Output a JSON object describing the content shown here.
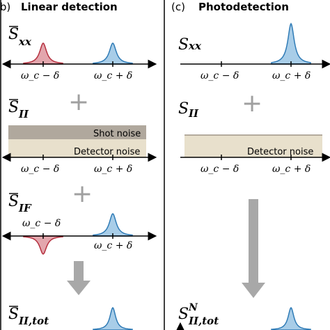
{
  "panel_b": {
    "label": "(b)",
    "title": "Linear detection",
    "rows": {
      "sxx": {
        "sym_main": "S",
        "sym_sub": "xx",
        "tick_left": "ω_c − δ",
        "tick_right": "ω_c + δ"
      },
      "sii": {
        "sym_main": "S",
        "sym_sub": "II",
        "band_top": "Shot noise",
        "band_bottom": "Detector noise",
        "tick_left": "ω_c − δ",
        "tick_right": "ω_c + δ"
      },
      "sif": {
        "sym_main": "S",
        "sym_sub": "IF",
        "tick_left": "ω_c − δ",
        "tick_right": "ω_c + δ"
      },
      "tot": {
        "sym_main": "S",
        "sym_sub": "II,tot"
      }
    },
    "plus_1": "+",
    "plus_2": "+"
  },
  "panel_c": {
    "label": "(c)",
    "title": "Photodetection",
    "rows": {
      "sxx": {
        "sym_main": "S",
        "sym_sub": "xx",
        "tick_left": "ω_c − δ",
        "tick_right": "ω_c + δ"
      },
      "sii": {
        "sym_main": "S",
        "sym_sub": "II",
        "band_label": "Detector noise",
        "tick_left": "ω_c − δ",
        "tick_right": "ω_c + δ"
      },
      "tot": {
        "sym_main": "S",
        "sym_sup": "N",
        "sym_sub": "II,tot"
      }
    },
    "plus_1": "+"
  },
  "colors": {
    "red_fill": "#e3a6ad",
    "red_stroke": "#b5303f",
    "blue_fill": "#a8cde8",
    "blue_stroke": "#2f7bb6",
    "shot_noise": "#b0a89d",
    "detector_noise": "#e8e0cc",
    "plus": "#a0a0a0",
    "arrow": "#a8a8a8",
    "divider": "#000000"
  }
}
